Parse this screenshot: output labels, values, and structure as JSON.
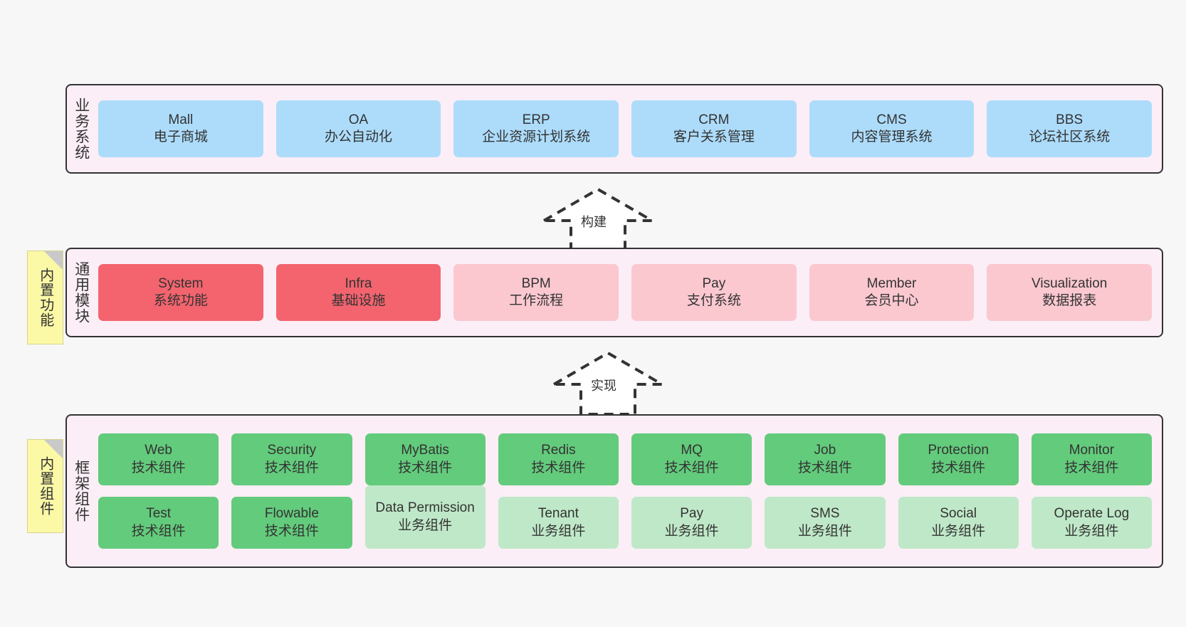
{
  "diagram": {
    "background_color": "#f7f7f7",
    "panel_color": "#fbeef6",
    "border_color": "#333333"
  },
  "business_layer": {
    "title": "业务系统",
    "card_color": "#addcfb",
    "cards": [
      {
        "name": "Mall",
        "desc": "电子商城"
      },
      {
        "name": "OA",
        "desc": "办公自动化"
      },
      {
        "name": "ERP",
        "desc": "企业资源计划系统"
      },
      {
        "name": "CRM",
        "desc": "客户关系管理"
      },
      {
        "name": "CMS",
        "desc": "内容管理系统"
      },
      {
        "name": "BBS",
        "desc": "论坛社区系统"
      }
    ]
  },
  "arrow_build": {
    "label": "构建"
  },
  "module_layer": {
    "title": "通用模块",
    "note": "内置功能",
    "note_color": "#fbf8a6",
    "strong_color": "#f3646e",
    "light_color": "#fbc8d0",
    "cards": [
      {
        "name": "System",
        "desc": "系统功能",
        "emphasis": "strong"
      },
      {
        "name": "Infra",
        "desc": "基础设施",
        "emphasis": "strong"
      },
      {
        "name": "BPM",
        "desc": "工作流程",
        "emphasis": "light"
      },
      {
        "name": "Pay",
        "desc": "支付系统",
        "emphasis": "light"
      },
      {
        "name": "Member",
        "desc": "会员中心",
        "emphasis": "light"
      },
      {
        "name": "Visualization",
        "desc": "数据报表",
        "emphasis": "light"
      }
    ]
  },
  "arrow_impl": {
    "label": "实现"
  },
  "framework_layer": {
    "title": "框架组件",
    "note": "内置组件",
    "note_color": "#fbf8a6",
    "strong_color": "#63cb7c",
    "light_color": "#bfe8c8",
    "row1": [
      {
        "name": "Web",
        "desc": "技术组件",
        "emphasis": "strong"
      },
      {
        "name": "Security",
        "desc": "技术组件",
        "emphasis": "strong"
      },
      {
        "name": "MyBatis",
        "desc": "技术组件",
        "emphasis": "strong"
      },
      {
        "name": "Redis",
        "desc": "技术组件",
        "emphasis": "strong"
      },
      {
        "name": "MQ",
        "desc": "技术组件",
        "emphasis": "strong"
      },
      {
        "name": "Job",
        "desc": "技术组件",
        "emphasis": "strong"
      },
      {
        "name": "Protection",
        "desc": "技术组件",
        "emphasis": "strong"
      },
      {
        "name": "Monitor",
        "desc": "技术组件",
        "emphasis": "strong"
      }
    ],
    "row2": [
      {
        "name": "Test",
        "desc": "技术组件",
        "emphasis": "strong"
      },
      {
        "name": "Flowable",
        "desc": "技术组件",
        "emphasis": "strong"
      },
      {
        "name": "Data Permission",
        "desc": "业务组件",
        "emphasis": "light"
      },
      {
        "name": "Tenant",
        "desc": "业务组件",
        "emphasis": "light"
      },
      {
        "name": "Pay",
        "desc": "业务组件",
        "emphasis": "light"
      },
      {
        "name": "SMS",
        "desc": "业务组件",
        "emphasis": "light"
      },
      {
        "name": "Social",
        "desc": "业务组件",
        "emphasis": "light"
      },
      {
        "name": "Operate Log",
        "desc": "业务组件",
        "emphasis": "light"
      }
    ]
  }
}
